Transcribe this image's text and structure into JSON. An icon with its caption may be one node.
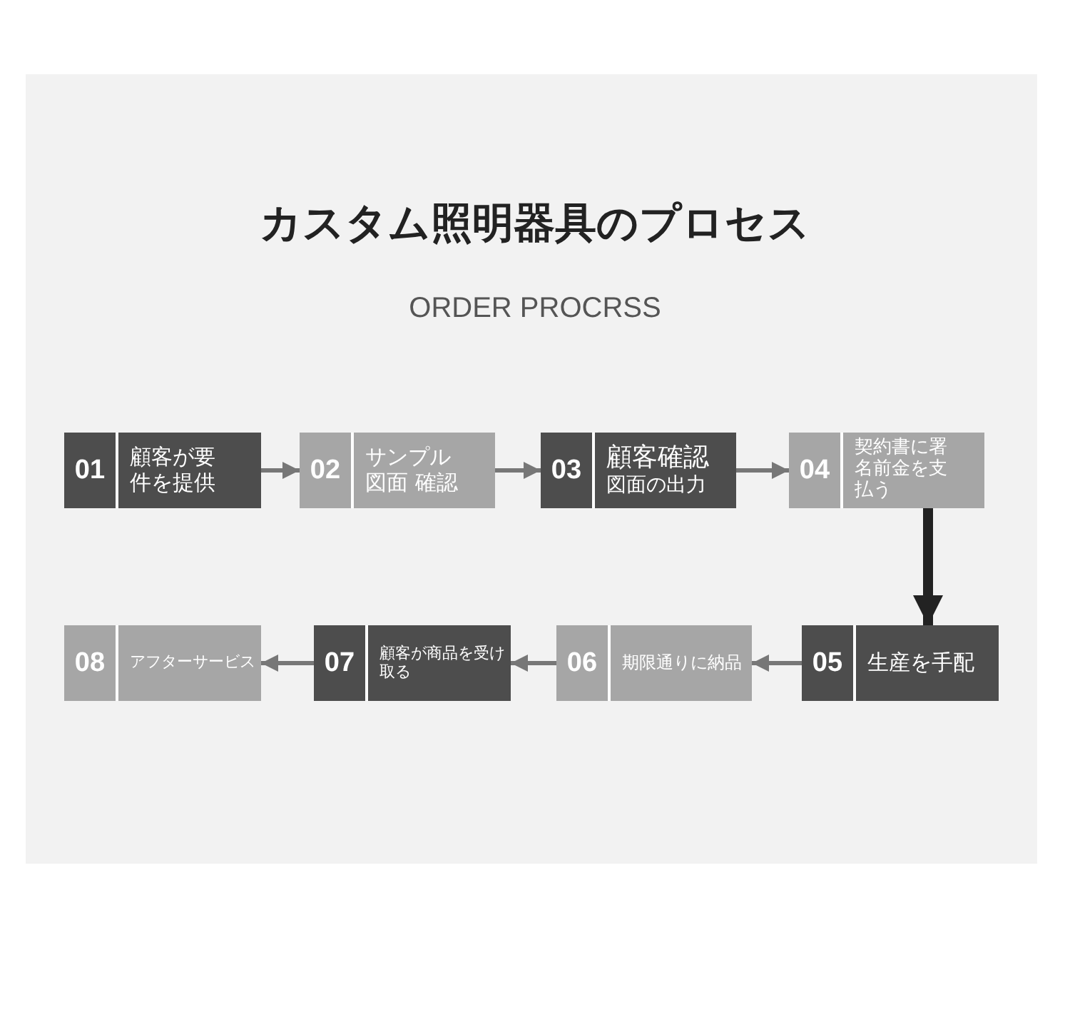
{
  "diagram": {
    "title": "カスタム照明器具のプロセス",
    "caption": "ORDER PROCRSS",
    "nodes": [
      {
        "text": [
          "01",
          "顧客が要件を提供"
        ]
      },
      {
        "text": [
          "02",
          "サンプル図面 確認"
        ]
      },
      {
        "text": [
          "03",
          "顧客確認",
          "図面の出力"
        ]
      },
      {
        "text": [
          "04",
          "契約書に署名前金を支払う"
        ]
      },
      {
        "text": [
          "05",
          "生産を手配"
        ]
      },
      {
        "text": [
          "06",
          "期限通りに納品"
        ]
      },
      {
        "text": [
          "07",
          "顧客が商品を受け取る"
        ]
      },
      {
        "text": [
          "08",
          "アフターサービス"
        ]
      }
    ],
    "edges": [
      {
        "from": 0,
        "to": 1,
        "arrow": "to"
      },
      {
        "from": 1,
        "to": 2,
        "arrow": "to"
      },
      {
        "from": 2,
        "to": 3,
        "arrow": "to"
      },
      {
        "from": 3,
        "to": 4,
        "arrow": "to",
        "style": "thick",
        "color": "#222222"
      },
      {
        "from": 4,
        "to": 5,
        "arrow": "to"
      },
      {
        "from": 5,
        "to": 6,
        "arrow": "to"
      },
      {
        "from": 6,
        "to": 7,
        "arrow": "to"
      }
    ]
  }
}
